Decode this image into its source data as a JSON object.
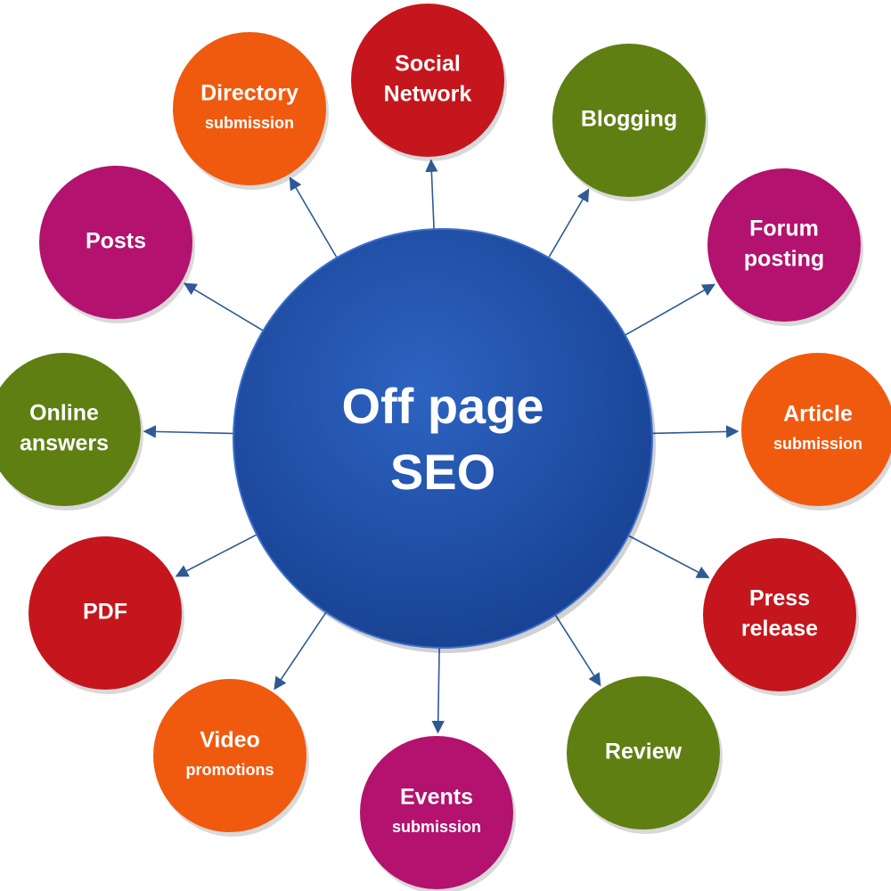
{
  "hub": {
    "lines": [
      "Off page",
      "SEO"
    ],
    "color": "#1f4ea6"
  },
  "nodes": [
    {
      "name": "social-network",
      "lines": [
        "Social",
        "Network"
      ],
      "small": [],
      "color": "#c4161c"
    },
    {
      "name": "blogging",
      "lines": [
        "Blogging"
      ],
      "small": [],
      "color": "#5f7f12"
    },
    {
      "name": "forum-posting",
      "lines": [
        "Forum",
        "posting"
      ],
      "small": [],
      "color": "#b3126f"
    },
    {
      "name": "article-submission",
      "lines": [
        "Article"
      ],
      "small": [
        "submission"
      ],
      "color": "#f05a0f"
    },
    {
      "name": "press-release",
      "lines": [
        "Press",
        "release"
      ],
      "small": [],
      "color": "#c4161c"
    },
    {
      "name": "review",
      "lines": [
        "Review"
      ],
      "small": [],
      "color": "#5f7f12"
    },
    {
      "name": "events-submission",
      "lines": [
        "Events"
      ],
      "small": [
        "submission"
      ],
      "color": "#b3126f"
    },
    {
      "name": "video-promotions",
      "lines": [
        "Video"
      ],
      "small": [
        "promotions"
      ],
      "color": "#f05a0f"
    },
    {
      "name": "pdf",
      "lines": [
        "PDF"
      ],
      "small": [],
      "color": "#c4161c"
    },
    {
      "name": "online-answers",
      "lines": [
        "Online",
        "answers"
      ],
      "small": [],
      "color": "#5f7f12"
    },
    {
      "name": "posts",
      "lines": [
        "Posts"
      ],
      "small": [],
      "color": "#b3126f"
    },
    {
      "name": "directory-submission",
      "lines": [
        "Directory"
      ],
      "small": [
        "submission"
      ],
      "color": "#f05a0f"
    }
  ],
  "arrow_color": "#2e5a93"
}
